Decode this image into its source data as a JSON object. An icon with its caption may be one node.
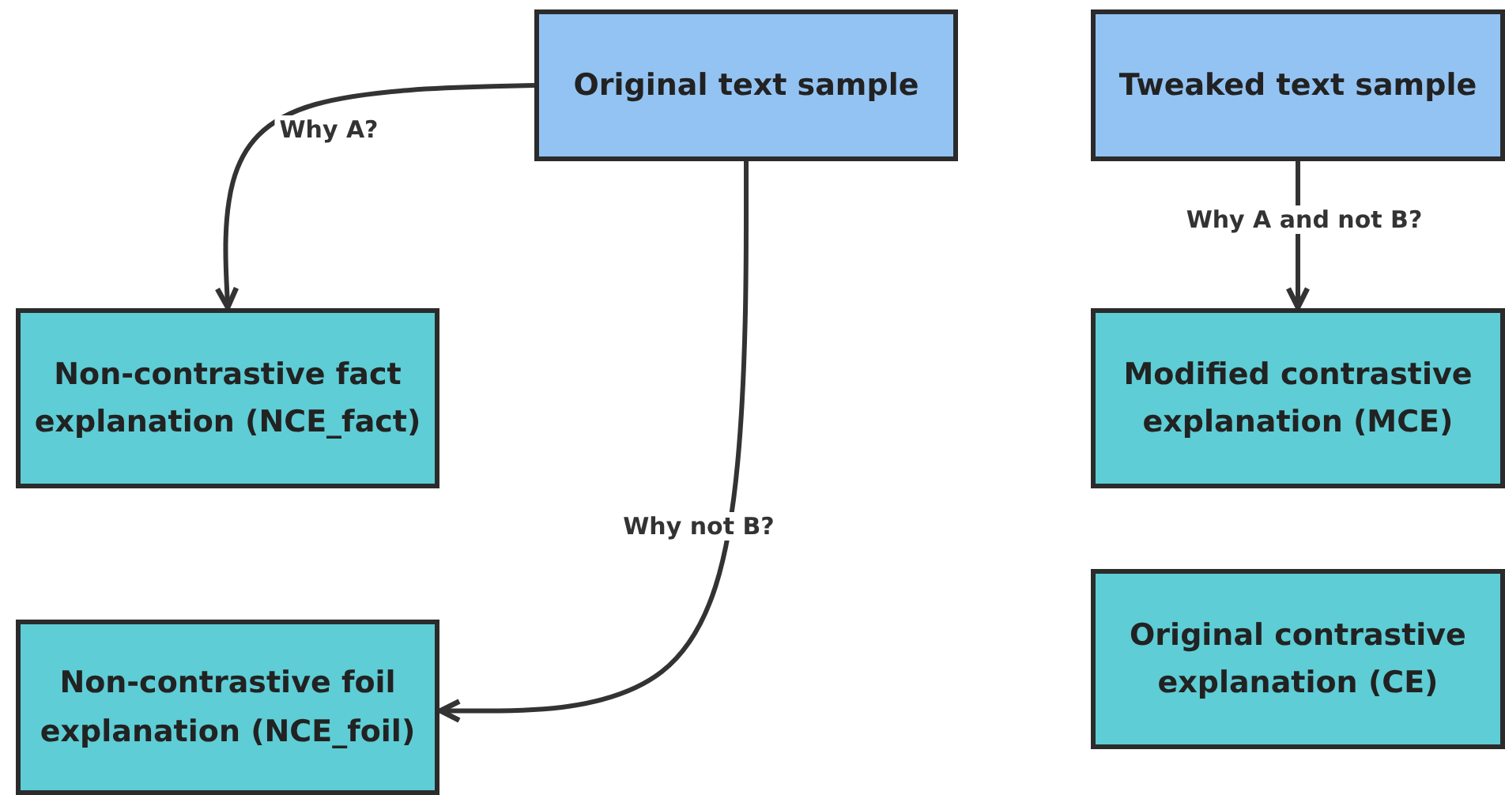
{
  "diagram": {
    "nodes": [
      {
        "text": [
          "Original text sample"
        ]
      },
      {
        "text": [
          "Tweaked text sample"
        ]
      },
      {
        "text": [
          "Non-contrastive fact explanation (NCE_fact)"
        ]
      },
      {
        "text": [
          "Modified contrastive explanation (MCE)"
        ]
      },
      {
        "text": [
          "Non-contrastive foil explanation (NCE_foil)"
        ]
      },
      {
        "text": [
          "Original contrastive explanation (CE)"
        ]
      }
    ],
    "edges": [
      {
        "from": 0,
        "to": 2,
        "arrow": "to",
        "label": "Why A?"
      },
      {
        "from": 0,
        "to": 4,
        "arrow": "to",
        "label": "Why not B?"
      },
      {
        "from": 1,
        "to": 3,
        "arrow": "to",
        "label": "Why A and not B?"
      }
    ]
  }
}
